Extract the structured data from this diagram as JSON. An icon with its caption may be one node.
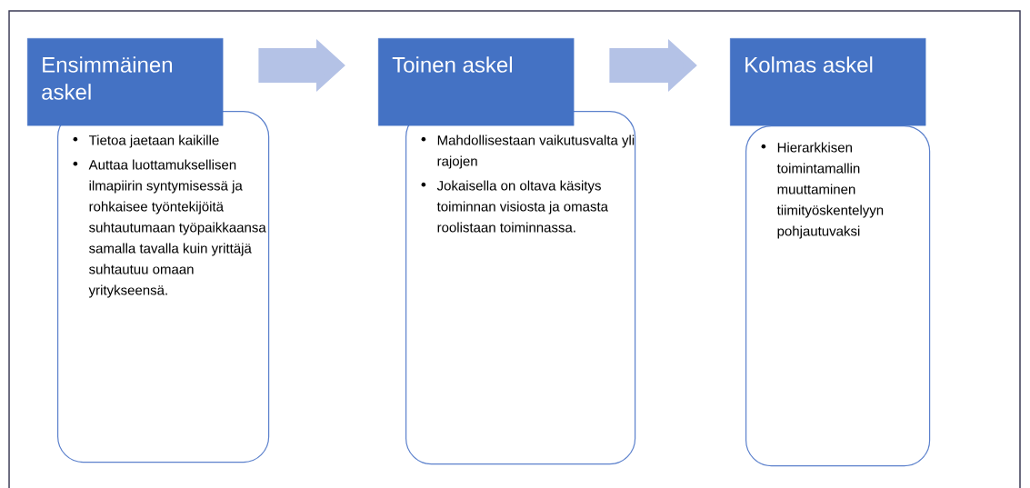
{
  "diagram": {
    "nodes": [
      {
        "text": [
          "Ensimmäinen askel"
        ]
      },
      {
        "text": [
          "Tietoa jaetaan kaikille",
          "Auttaa luottamuksellisen ilmapiirin syntymisessä ja rohkaisee työntekijöitä suhtautumaan työpaikkaansa samalla tavalla kuin yrittäjä suhtautuu omaan yritykseensä."
        ]
      },
      {
        "text": [
          "Toinen askel"
        ]
      },
      {
        "text": [
          "Mahdollisestaan vaikutusvalta yli rajojen",
          "Jokaisella on oltava käsitys toiminnan visiosta ja omasta roolistaan toiminnassa."
        ]
      },
      {
        "text": [
          "Kolmas askel"
        ]
      },
      {
        "text": [
          "Hierarkkisen toimintamallin muuttaminen tiimityöskentelyyn pohjautuvaksi"
        ]
      }
    ],
    "edges": [
      {
        "from": 0,
        "to": 2,
        "arrow": "to"
      },
      {
        "from": 2,
        "to": 4,
        "arrow": "to"
      }
    ]
  }
}
